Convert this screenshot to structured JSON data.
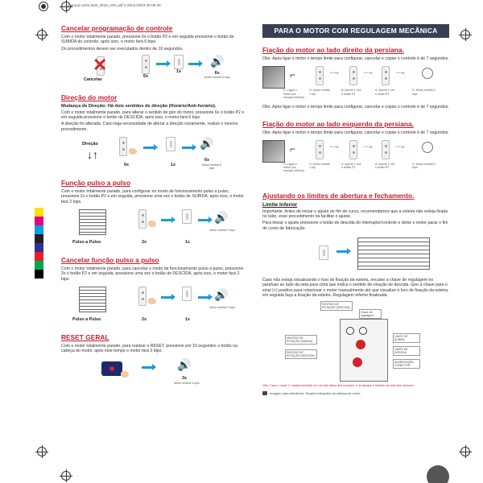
{
  "header": {
    "file_line": "Manual Linha Bolt_2023_rv01.pdf   2   28/11/2023   09:09:40"
  },
  "colors": {
    "accent_red": "#c41e2b",
    "banner_bg": "#3a3f55",
    "blue": "#1c9ad6",
    "swatches": [
      "#ffe000",
      "#e0007a",
      "#00a0e0",
      "#231f20",
      "#2e3192",
      "#ed1c24",
      "#00a651",
      "#000000"
    ]
  },
  "left": {
    "cancel_prog": {
      "title": "Cancelar programação de controle",
      "p1": "Com o motor totalmente parado, pressione 6x o botão P2 e em seguida pressione o botão de SUBIDA do controle, após isso, o motor fará 6 bips.",
      "p2": "Os procedimentos devem ser executados dentro de 10 segundos.",
      "label_main": "Cancelar",
      "steps": [
        "6x",
        "1x",
        "6x"
      ],
      "cap_bips": "Motor emitirá 6 bips"
    },
    "direction": {
      "title": "Direção do motor",
      "heading": "Mudança de Direção: Há dois sentidos de direção (Horário/Anti-horário).",
      "p1": "Com o motor totalmente parado, para alterar o sentido de giro do motor, pressione 6x o botão P2 e em seguida pressione o botão de DESCIDA, após isso, o motor fará 6 bips.",
      "p2": "A direção foi alterada. Caso haja necessidade de alterar a direção novamente, realize o mesmo procedimento.",
      "label_main": "Direção",
      "steps": [
        "6x",
        "1x",
        "6x"
      ],
      "cap_bips": "Motor emitirá 6 bips"
    },
    "pulse": {
      "title": "Função pulso a pulso",
      "p1": "Com o motor totalmente parado, para configurar no modo de funcionamento pulso a pulso, pressione 2x o botão P2 e em seguida, pressione uma vez o botão de SUBIDA, após isso, o motor fará 2 bips.",
      "label_main": "Pulso a Pulso",
      "steps": [
        "2x",
        "1x"
      ],
      "cap_bips": "Motor emitirá 2 bips"
    },
    "cancel_pulse": {
      "title": "Cancelar função pulso a pulso",
      "p1": "Com o motor totalmente parado, para cancelar o modo de funcionamento pulso a pulso, pressione 2x o botão P2 e em seguida, pressione uma vez o botão de DESCIDA, após isso, o motor fará 2 bips.",
      "label_main": "Pulso a Pulso",
      "steps": [
        "2x",
        "1x"
      ],
      "cap_bips": "Motor emitirá 2 bips"
    },
    "reset": {
      "title": "RESET GERAL",
      "p1": "Com o motor totalmente parado, para realizar o RESET, pressione por 10 segundos o botão na cabeça do motor, após este tempo o motor fará 3 bips.",
      "steps": [
        "3x"
      ],
      "cap_bips": "Motor emitirá 3 bips"
    }
  },
  "right": {
    "banner": "PARA O MOTOR COM REGULAGEM MECÂNICA",
    "right_side": {
      "title": "Fiação do motor ao lado direito da persiana.",
      "p1": "Obs: Após ligar o motor o tempo limite para configurar, cancelar e copiar o controle é de 7 segundos.",
      "caps": [
        "O: Ligue o motor (na energia elétrica)",
        "O: Motor emitirá 1 bip",
        "A: Aperte 1 vez o botão P2",
        "A: Aperte 1 vez o botão P2",
        "O: Motor emitirá 3 bips"
      ]
    },
    "obs_between": "Obs: Após ligar o motor o tempo limite para configurar, cancelar e copiar o controle é de 7 segundos.",
    "left_side": {
      "title": "Fiação do motor ao lado esquerdo da persiana.",
      "p1": "Obs: Após ligar o motor o tempo limite para configurar, cancelar e copiar o controle é de 7 segundos.",
      "caps": [
        "O: Ligue o motor (na energia elétrica)",
        "O: Motor emitirá 1 bip",
        "A: Aperte 1 vez o botão P2",
        "A: Aperte 1 vez o botão P2",
        "O: Motor emitirá 3 bips"
      ]
    },
    "limits": {
      "title": "Ajustando os limites de abertura e fechamento.",
      "subtitle": "Limite Inferior",
      "p1": "Importante: Antes de iniciar o ajuste do fim de curso, recomendamos que a esteira não esteja fixada no tubo, esse procedimento irá facilitar o ajuste.",
      "p2": "Para iniciar o ajuste pressione o botão de descida do interruptor/controle e deixe o motor parar o fim de curso de fabricação.",
      "p3": "Caso não esteja visualizando o furo de fixação da esteira, encaixe a chave de regulagem no parafuso ao lado da seta para cima que indica o sentido de rotação de descida. Gire a chave para o sinal (+) positivo para rotacionar o motor manualmente até que visualize o furo de fixação da esteira, em seguida faça a fixação da esteira. Regulagem inferior finalizada.",
      "dia_labels": [
        "SENTIDO DE ROTAÇÃO (DESCIDA)",
        "Chave de regulagem",
        "SENTIDO DE ROTAÇÃO (SUBIDA)",
        "SENTIDO DE ROTAÇÃO (DESCIDA)",
        "LIMITE DE SUBIDA",
        "LIMITE DE DESCIDA",
        "ALIMENTAÇÃO CONECTOR"
      ],
      "red_note": "Obs: Caso o sinal +/- esteja invertido em um dos lados dos motores, é só ajustar o sentido da seta dos motores.",
      "img_note": "Imagem para referência. Seguir indicações da cabeça do motor."
    }
  }
}
